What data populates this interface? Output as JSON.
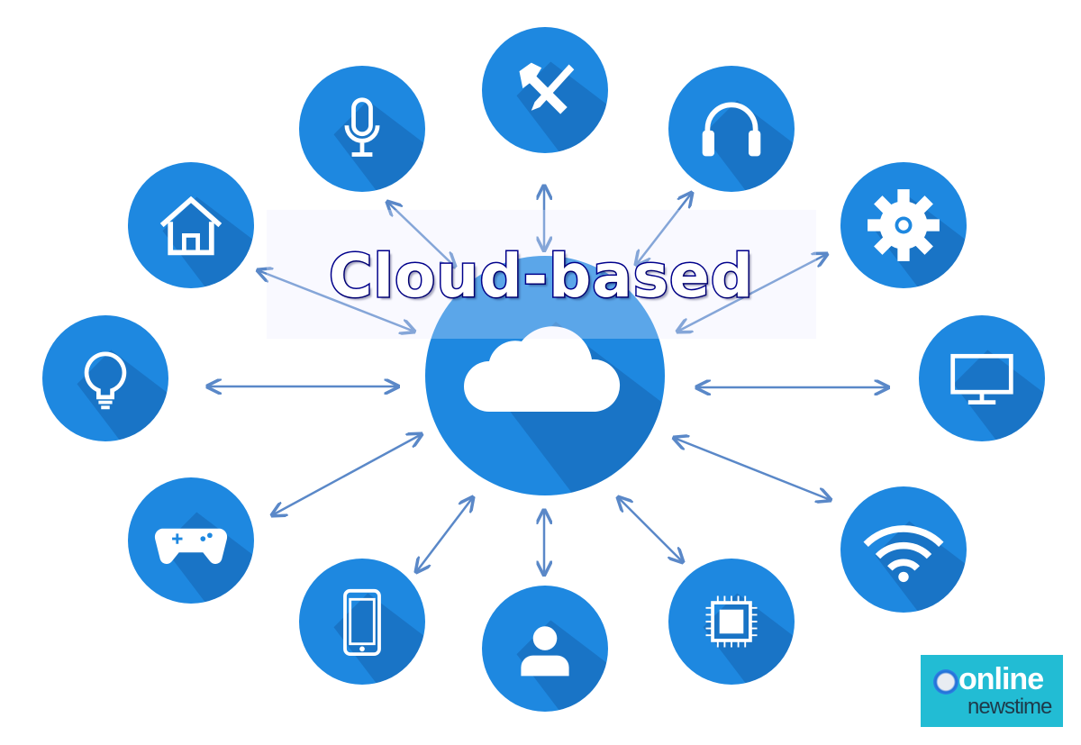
{
  "title": "Cloud-based",
  "center": {
    "label": "cloud",
    "icon": "cloud-icon"
  },
  "nodes": [
    {
      "icon": "microphone-icon"
    },
    {
      "icon": "tools-icon"
    },
    {
      "icon": "headphones-icon"
    },
    {
      "icon": "home-icon"
    },
    {
      "icon": "gear-icon"
    },
    {
      "icon": "lightbulb-icon"
    },
    {
      "icon": "monitor-icon"
    },
    {
      "icon": "gamepad-icon"
    },
    {
      "icon": "wifi-icon"
    },
    {
      "icon": "smartphone-icon"
    },
    {
      "icon": "user-icon"
    },
    {
      "icon": "chip-icon"
    }
  ],
  "logo": {
    "line1": "online",
    "line2": "newstime"
  },
  "colors": {
    "circle": "#1e88e0",
    "arrow": "#5a88c8",
    "shadow": "#1565b0"
  }
}
